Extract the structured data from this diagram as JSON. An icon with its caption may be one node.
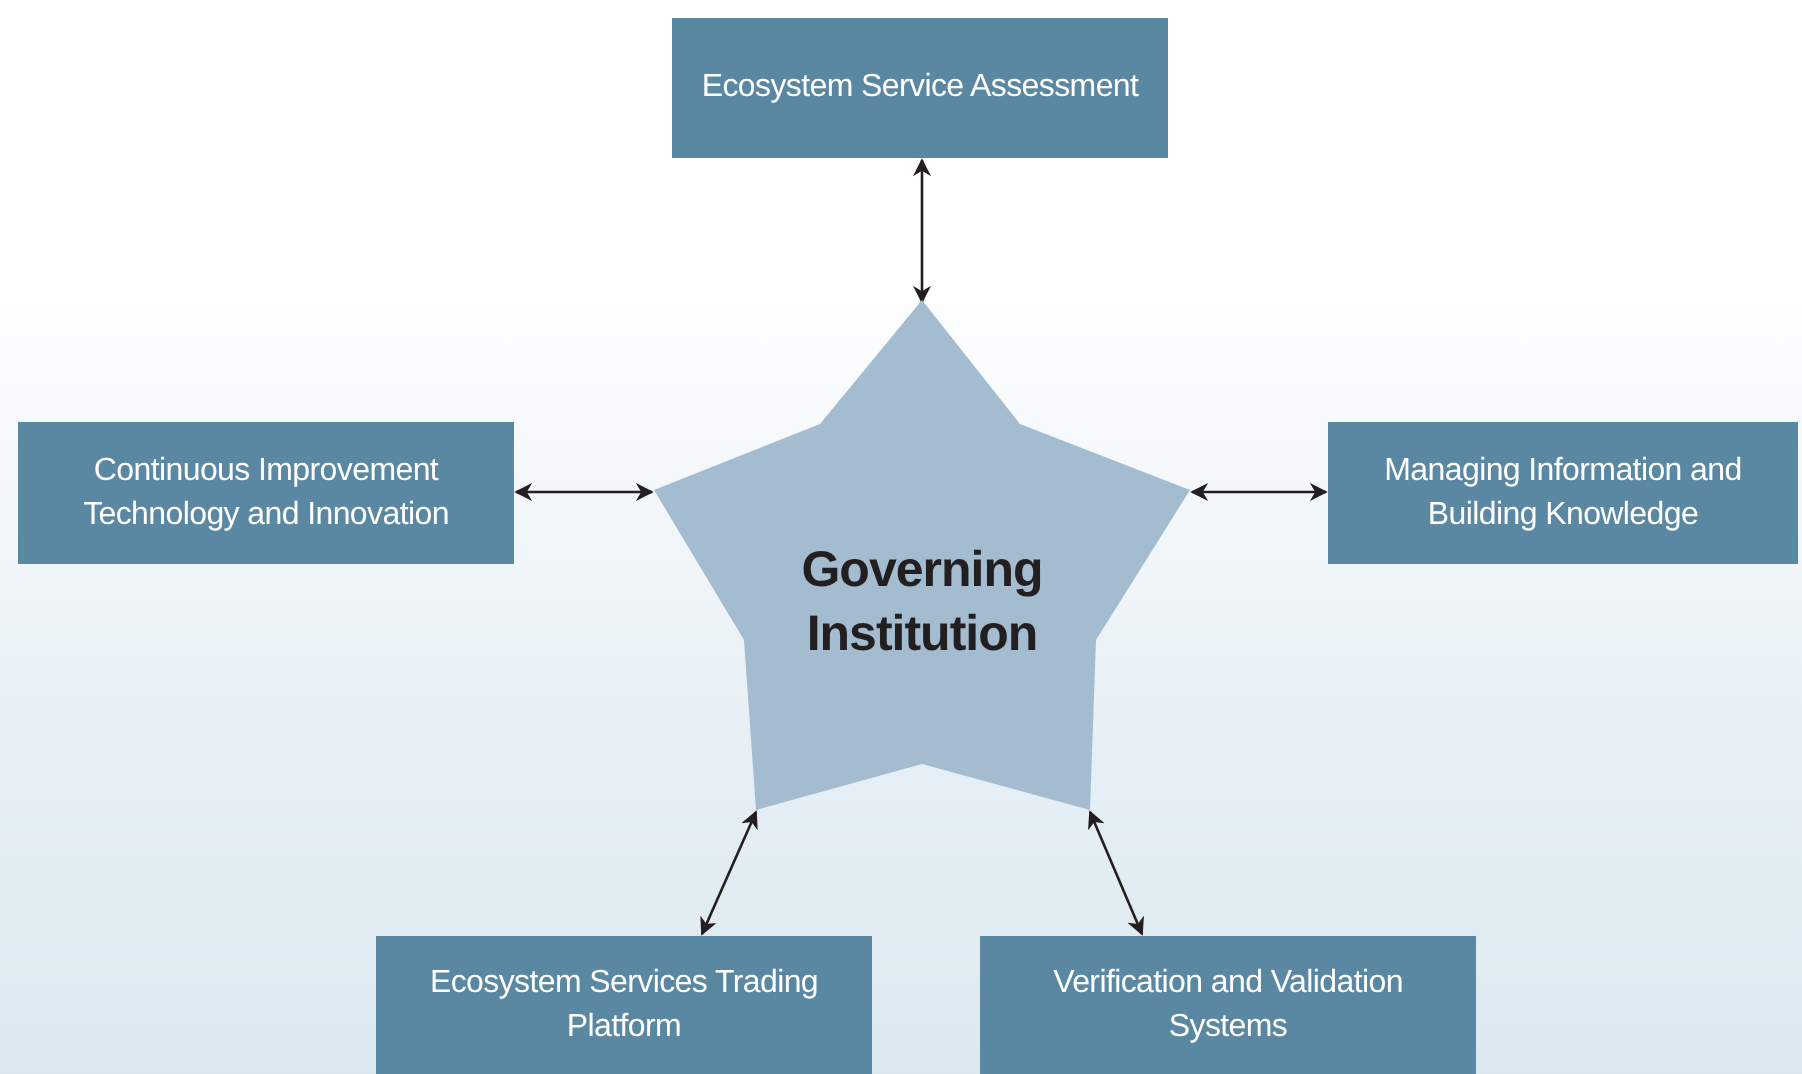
{
  "diagram": {
    "nodes": [
      {
        "text": [
          "Governing Institution"
        ]
      },
      {
        "text": [
          "Ecosystem Service Assessment"
        ]
      },
      {
        "text": [
          "Continuous Improvement Technology and Innovation"
        ]
      },
      {
        "text": [
          "Managing Information and Building Knowledge"
        ]
      },
      {
        "text": [
          "Ecosystem Services Trading Platform"
        ]
      },
      {
        "text": [
          "Verification and Validation Systems"
        ]
      }
    ],
    "edges": [
      {
        "from": 0,
        "to": 1,
        "arrow": "both"
      },
      {
        "from": 0,
        "to": 2,
        "arrow": "both"
      },
      {
        "from": 0,
        "to": 3,
        "arrow": "both"
      },
      {
        "from": 0,
        "to": 4,
        "arrow": "both"
      },
      {
        "from": 0,
        "to": 5,
        "arrow": "both"
      }
    ]
  }
}
